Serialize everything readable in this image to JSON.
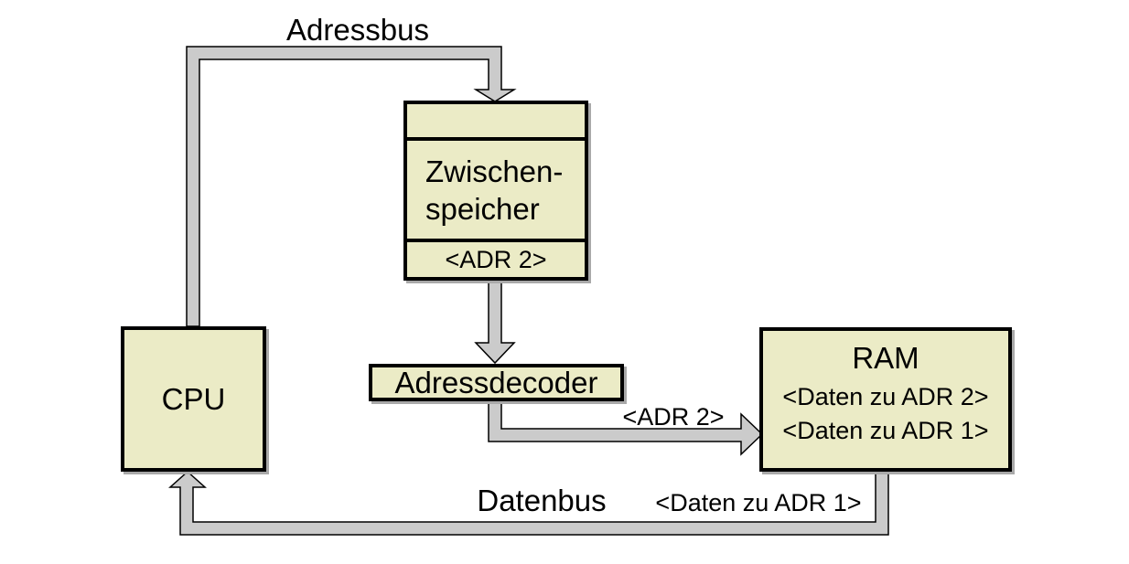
{
  "diagram": {
    "colors": {
      "background": "#ffffff",
      "text": "#000000",
      "box_fill": "#ebebc6",
      "box_border": "#000000",
      "bus_fill": "#cbcbcb",
      "bus_outline": "#000000",
      "shadow": "#a9a9a9"
    },
    "labels": {
      "address_bus": "Adressbus",
      "data_bus": "Datenbus",
      "address_tag": "<ADR 2>",
      "data_tag": "<Daten zu ADR 1>"
    },
    "nodes": {
      "cpu": {
        "label": "CPU"
      },
      "buffer": {
        "label_line1": "Zwischen-",
        "label_line2": "speicher",
        "tag": "<ADR 2>"
      },
      "decoder": {
        "label": "Adressdecoder"
      },
      "ram": {
        "label": "RAM",
        "entries": [
          "<Daten zu ADR 2>",
          "<Daten zu ADR 1>"
        ]
      }
    }
  }
}
